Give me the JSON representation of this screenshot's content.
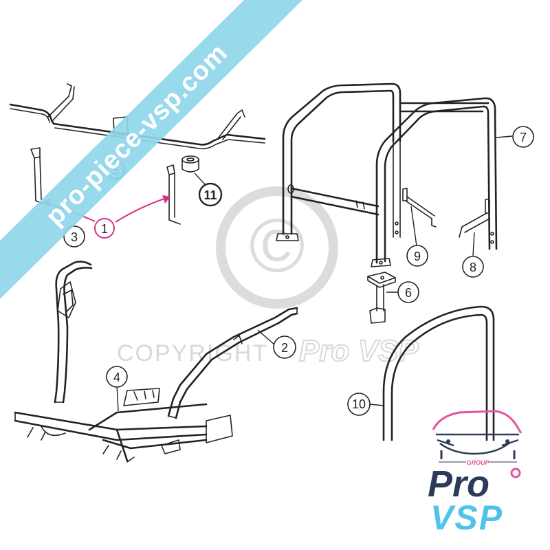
{
  "watermark": {
    "banner_text": "pro-piece-vsp.com",
    "copyright_text": "COPYRIGHT",
    "copyright_brand": "Pro VSP",
    "copyright_symbol": "©"
  },
  "callouts": [
    {
      "id": "1",
      "label": "1"
    },
    {
      "id": "2",
      "label": "2"
    },
    {
      "id": "3",
      "label": "3"
    },
    {
      "id": "4",
      "label": "4"
    },
    {
      "id": "5",
      "label": "5"
    },
    {
      "id": "6",
      "label": "6"
    },
    {
      "id": "7",
      "label": "7"
    },
    {
      "id": "8",
      "label": "8"
    },
    {
      "id": "9",
      "label": "9"
    },
    {
      "id": "10",
      "label": "10"
    },
    {
      "id": "11",
      "label": "11"
    }
  ],
  "logo": {
    "group_text": "GROUP",
    "line1": "Pro",
    "line2": "VSP"
  },
  "colors": {
    "banner": "#8fd6ea",
    "highlight": "#d63384",
    "logo_navy": "#2d3a5a",
    "logo_cyan": "#4fc3e8",
    "logo_pink": "#e0559a",
    "watermark_grey": "#d8d8d8"
  }
}
